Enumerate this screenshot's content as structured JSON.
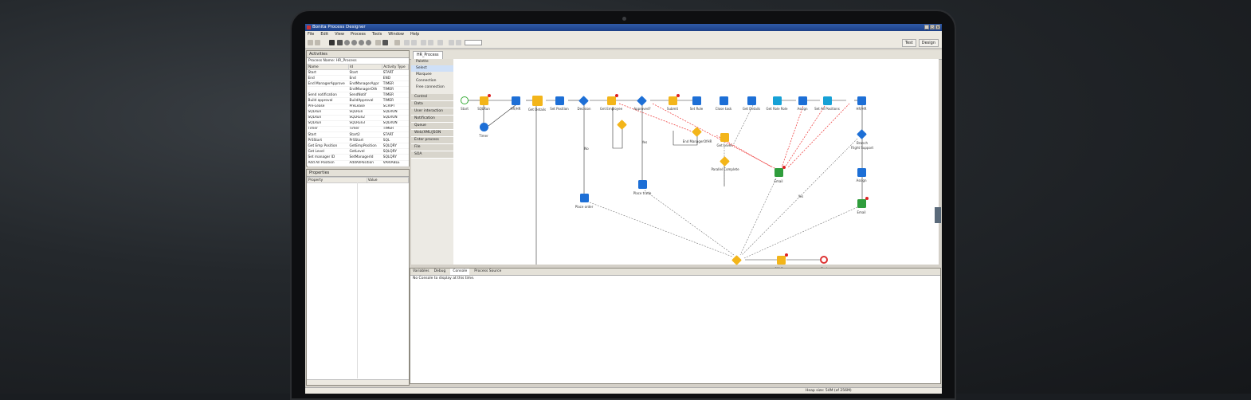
{
  "window": {
    "title": "Bonita Process Designer"
  },
  "menu": [
    "File",
    "Edit",
    "View",
    "Process",
    "Tools",
    "Window",
    "Help"
  ],
  "perspectives": [
    "Test",
    "Design"
  ],
  "activities_panel": {
    "tab": "Activities",
    "process_name_label": "Process Name: HR_Process",
    "columns": [
      "Name",
      "Id",
      "Activity Type"
    ],
    "rows": [
      [
        "Start",
        "Start",
        "START"
      ],
      [
        "End",
        "End",
        "END"
      ],
      [
        "End ManagerApprove",
        "EndManagerAppr",
        "TIMER"
      ],
      [
        "",
        "EndManagerOth",
        "TIMER"
      ],
      [
        "Send notification",
        "SendNotif",
        "TIMER"
      ],
      [
        "Build approval",
        "BuildApproval",
        "TIMER"
      ],
      [
        "Pre-Lease",
        "PreLease",
        "SCRIPT"
      ],
      [
        "SQLRun",
        "SQLRun",
        "SQLRUN"
      ],
      [
        "SQLRun",
        "SQLRun2",
        "SQLRUN"
      ],
      [
        "SQLRun",
        "SQLRun3",
        "SQLRUN"
      ],
      [
        "Timer",
        "Timer",
        "TIMER"
      ],
      [
        "Start",
        "Start2",
        "START"
      ],
      [
        "PrSStart",
        "PrSStart",
        "SQL"
      ],
      [
        "Get Emp Position",
        "GetEmpPosition",
        "SQLQRY"
      ],
      [
        "Get Level",
        "GetLevel",
        "SQLQRY"
      ],
      [
        "Set manager ID",
        "SetManagerId",
        "SQLQRY"
      ],
      [
        "Add All Position",
        "AddAllPosition",
        "VARIABLE"
      ]
    ]
  },
  "properties_panel": {
    "tab": "Properties",
    "columns": [
      "Property",
      "Value"
    ]
  },
  "editor_tab": "HR_Process",
  "palette": {
    "tools": [
      "Palette",
      "Select",
      "Marquee",
      "Connection",
      "Free connection"
    ],
    "categories": [
      "Control",
      "Data",
      "User interaction",
      "Notification",
      "Queue",
      "Web/XML/JSON",
      "Enter process",
      "File",
      "SOA"
    ]
  },
  "diagram_labels": {
    "start": "Start",
    "sqlrun": "SQLRun",
    "timer": "Timer",
    "n1": "HR/HR",
    "n2": "Get Details",
    "n3": "Set Position",
    "n4": "Decision",
    "n5": "Get Employee",
    "n6": "Approved?",
    "n7": "Submit",
    "n8": "Set Role",
    "n9": "Close task",
    "n10": "Get Details",
    "n11": "Get Role Role",
    "n12": "Assign",
    "n13": "Set All Positions",
    "n14": "HR/HR",
    "endmgr": "End ManagerOfHR",
    "getlevel": "Get Level",
    "parallel": "Parallel Complete",
    "email1": "Email",
    "branch": "Branch",
    "flight": "Flight Support",
    "assign2": "Assign",
    "email2": "Email",
    "placeorder": "Place order",
    "placetrade": "Place trade",
    "endbottom": "End ManagerRev...",
    "sqlrun2": "SQLRun",
    "end": "End",
    "no1": "No",
    "yes1": "Yes",
    "yes2": "Yes"
  },
  "bottom_panel": {
    "tabs": [
      "Variables",
      "Debug",
      "Console",
      "Process Source"
    ],
    "message": "No Console to display at this time."
  },
  "status": {
    "memory": "Heap size: 54M (of 256M)"
  },
  "colors": {
    "task": "#1d6fd6",
    "script": "#f3b51a",
    "email": "#2f9d3c",
    "error": "#d22222"
  }
}
